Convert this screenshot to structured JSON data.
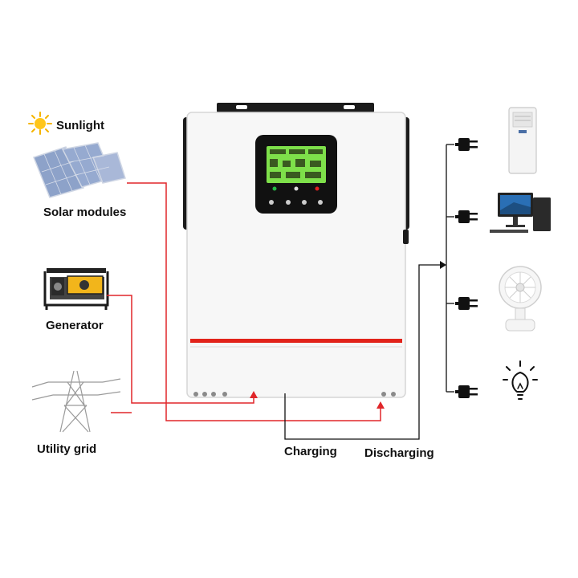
{
  "sources": {
    "sunlight_label": "Sunlight",
    "solar_label": "Solar modules",
    "generator_label": "Generator",
    "grid_label": "Utility grid"
  },
  "flows": {
    "charging_label": "Charging",
    "discharging_label": "Discharging"
  },
  "loads": [
    "air-conditioner",
    "desktop-computer",
    "desk-fan",
    "light-bulb"
  ],
  "colors": {
    "input_line": "#e0262a",
    "output_line": "#111111",
    "lcd_screen": "#7ee04a",
    "accent_stripe": "#e2231a",
    "inverter_body": "#f7f7f7"
  }
}
